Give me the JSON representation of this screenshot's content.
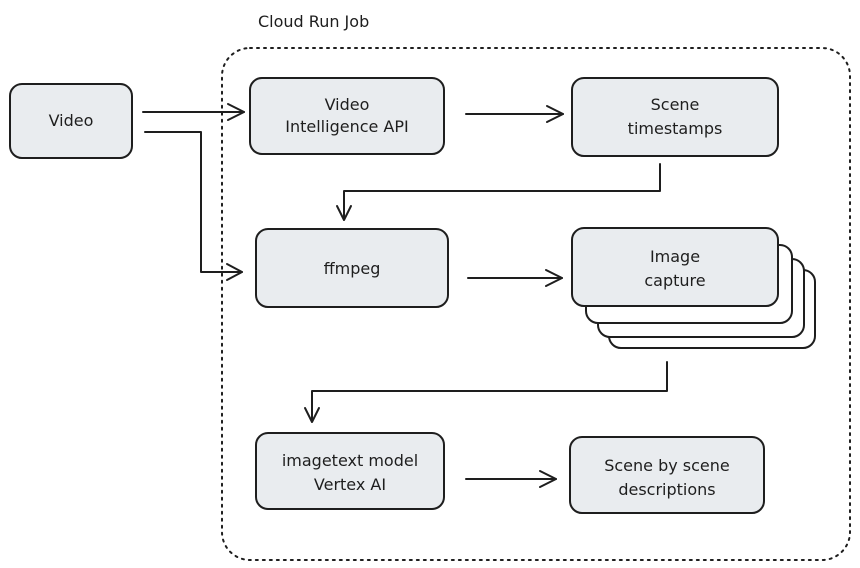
{
  "group": {
    "label": "Cloud Run Job"
  },
  "nodes": {
    "video": {
      "label": "Video"
    },
    "video_intelligence": {
      "line1": "Video",
      "line2": "Intelligence API"
    },
    "scene_timestamps": {
      "line1": "Scene",
      "line2": "timestamps"
    },
    "ffmpeg": {
      "label": "ffmpeg"
    },
    "image_capture": {
      "line1": "Image",
      "line2": "capture"
    },
    "imagetext_model": {
      "line1": "imagetext model",
      "line2": "Vertex AI"
    },
    "scene_descriptions": {
      "line1": "Scene by scene",
      "line2": "descriptions"
    }
  },
  "colors": {
    "box_fill": "#e9ecef",
    "stroke": "#1e1e1e",
    "background": "#ffffff"
  }
}
